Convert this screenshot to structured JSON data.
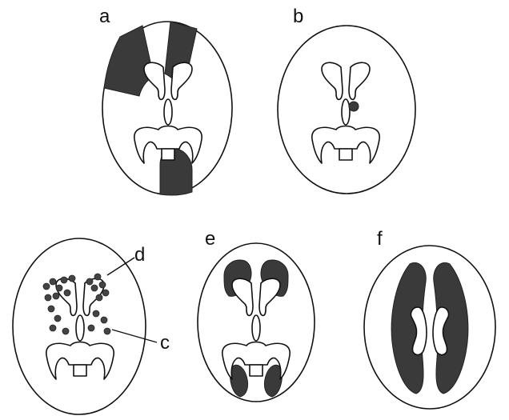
{
  "figure": {
    "panels": [
      {
        "id": "a",
        "label": "a"
      },
      {
        "id": "b",
        "label": "b"
      },
      {
        "id": "c",
        "label": ""
      },
      {
        "id": "e",
        "label": "e"
      },
      {
        "id": "f",
        "label": "f"
      }
    ],
    "callouts": {
      "d": "d",
      "c": "c"
    },
    "colors": {
      "lesion": "#3a3a3a",
      "outline": "#111111",
      "background": "#ffffff"
    }
  }
}
